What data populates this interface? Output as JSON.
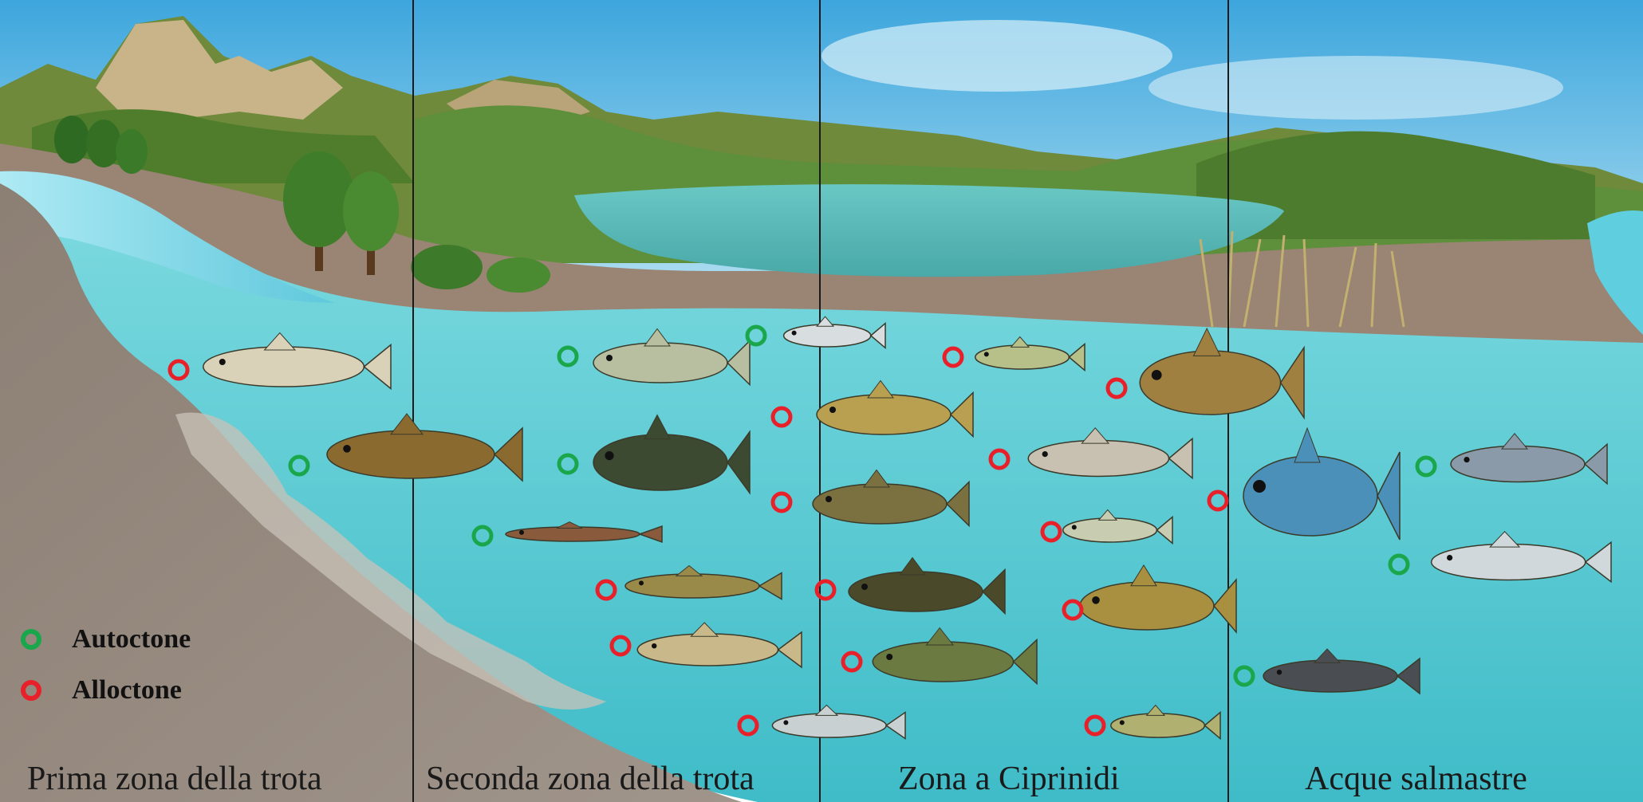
{
  "zones": [
    {
      "label": "Prima zona della trota"
    },
    {
      "label": "Seconda zona della trota"
    },
    {
      "label": "Zona a Ciprinidi"
    },
    {
      "label": "Acque salmastre"
    }
  ],
  "legend": {
    "native_label": "Autoctone",
    "alien_label": "Alloctone"
  },
  "colors": {
    "native": "#1aa64a",
    "alien": "#e8202a",
    "water": "#4fc6cf",
    "sky": "#5cb8e4",
    "ground": "#8e8278"
  },
  "fish_markers": [
    {
      "zone": 1,
      "status": "alien",
      "fish_color": "#d9d2b8"
    },
    {
      "zone": 1,
      "status": "native",
      "fish_color": "#8a6a2e"
    },
    {
      "zone": 2,
      "status": "native",
      "fish_color": "#b8bfa0"
    },
    {
      "zone": 2,
      "status": "native",
      "fish_color": "#3c4a32"
    },
    {
      "zone": 2,
      "status": "native",
      "fish_color": "#8a5a3c"
    },
    {
      "zone": 2,
      "status": "alien",
      "fish_color": "#9a8a4a"
    },
    {
      "zone": 2,
      "status": "alien",
      "fish_color": "#c8b88a"
    },
    {
      "zone": 2,
      "status": "native",
      "fish_color": "#d8dde0"
    },
    {
      "zone": 2,
      "status": "alien",
      "fish_color": "#c9d0d2"
    },
    {
      "zone": 3,
      "status": "alien",
      "fish_color": "#b8c08a"
    },
    {
      "zone": 3,
      "status": "alien",
      "fish_color": "#b8a050"
    },
    {
      "zone": 3,
      "status": "alien",
      "fish_color": "#7a7040"
    },
    {
      "zone": 3,
      "status": "alien",
      "fish_color": "#4a4a2a"
    },
    {
      "zone": 3,
      "status": "alien",
      "fish_color": "#6a7a40"
    },
    {
      "zone": 3,
      "status": "alien",
      "fish_color": "#a08040"
    },
    {
      "zone": 3,
      "status": "alien",
      "fish_color": "#c8c0b0"
    },
    {
      "zone": 3,
      "status": "alien",
      "fish_color": "#c8ccb0"
    },
    {
      "zone": 3,
      "status": "alien",
      "fish_color": "#a89040"
    },
    {
      "zone": 3,
      "status": "alien",
      "fish_color": "#b0b070"
    },
    {
      "zone": 4,
      "status": "alien",
      "fish_color": "#4a90b8"
    },
    {
      "zone": 4,
      "status": "native",
      "fish_color": "#8a9aa8"
    },
    {
      "zone": 4,
      "status": "native",
      "fish_color": "#d0d8dc"
    },
    {
      "zone": 4,
      "status": "native",
      "fish_color": "#4a4e52"
    }
  ]
}
